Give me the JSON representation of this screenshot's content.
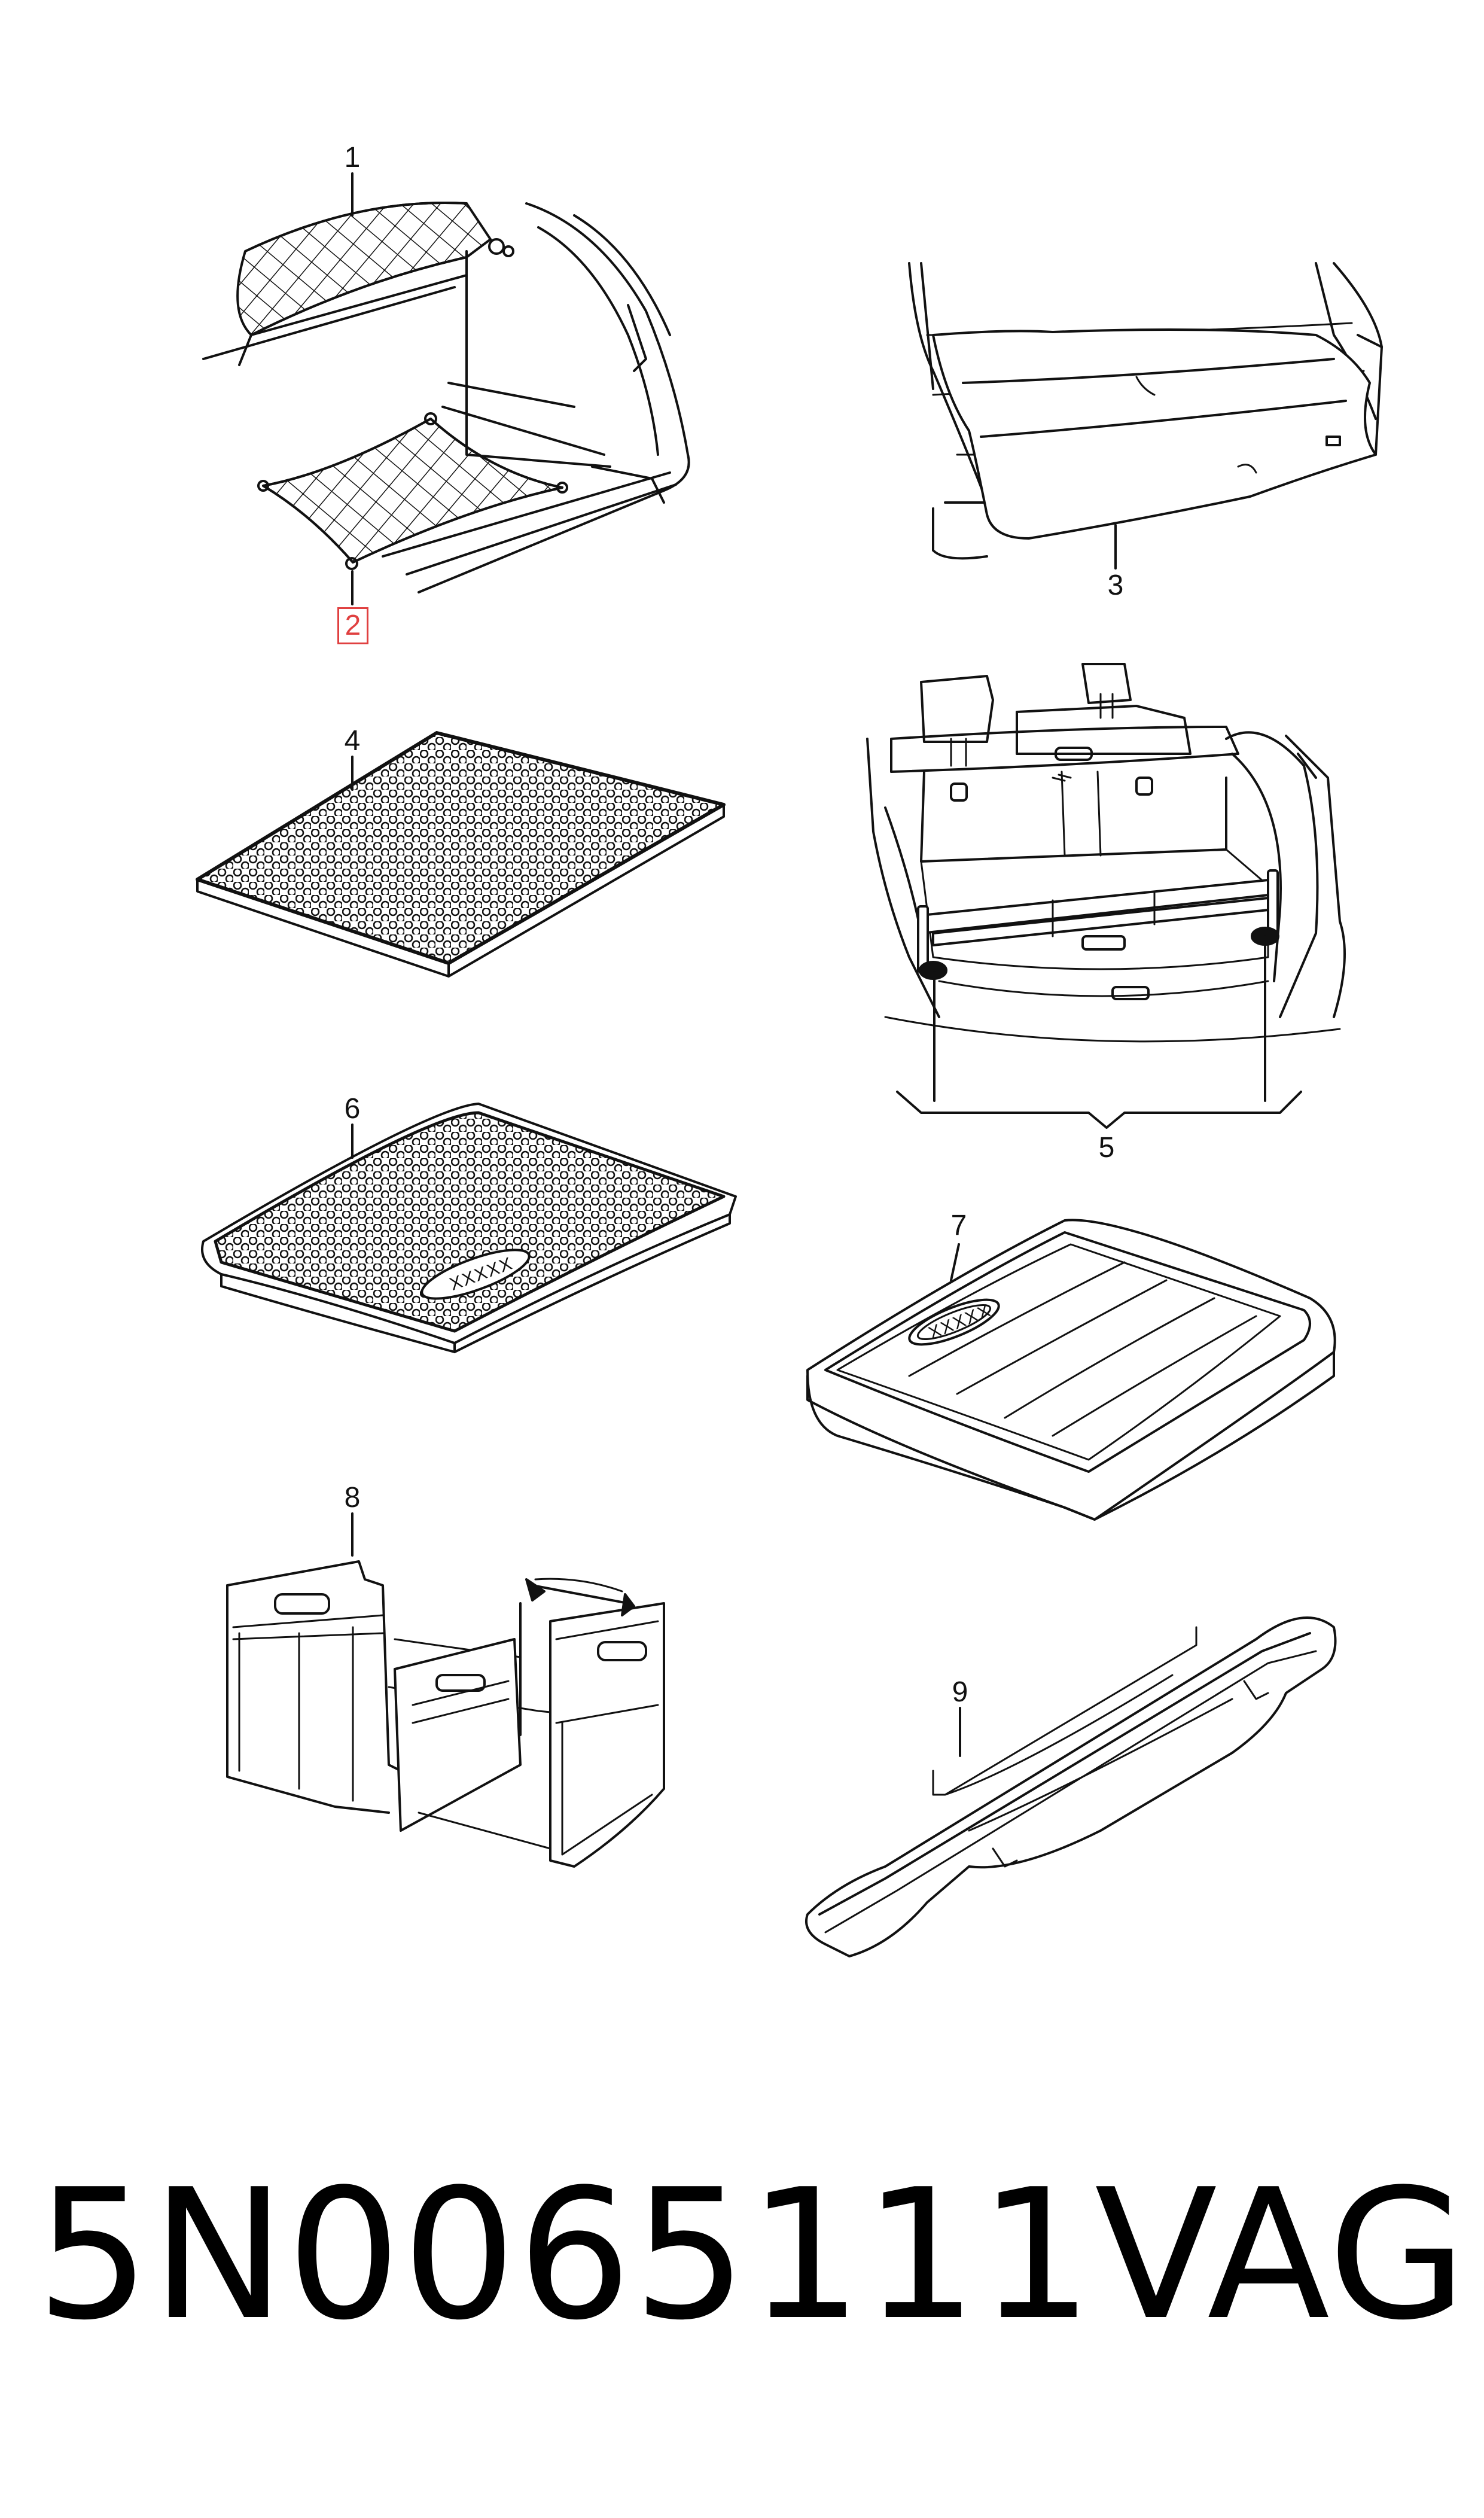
{
  "diagram": {
    "callouts": {
      "c1": "1",
      "c2": "2",
      "c3": "3",
      "c4": "4",
      "c5": "5",
      "c6": "6",
      "c7": "7",
      "c8": "8",
      "c9": "9"
    },
    "emblem_text": "XXXXX",
    "highlight_color": "#e04040"
  },
  "footer": {
    "part_number": "5N0065111",
    "brand": "VAG"
  }
}
